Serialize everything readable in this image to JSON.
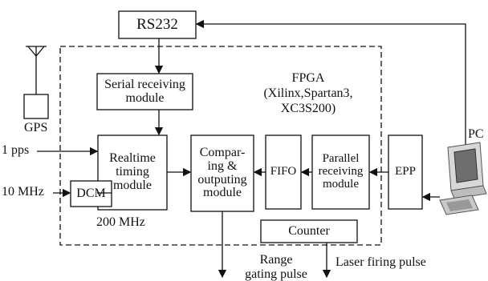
{
  "labels": {
    "rs232": "RS232",
    "serial": "Serial receiving\nmodule",
    "fpga": "FPGA\n(Xilinx,Spartan3,\nXC3S200)",
    "gps": "GPS",
    "pps": "1 pps",
    "realtime": "Realtime\ntiming\nmodule",
    "comparing": "Compar-\ning &\noutputing\nmodule",
    "fifo": "FIFO",
    "parallel": "Parallel\nreceiving\nmodule",
    "epp": "EPP",
    "pc": "PC",
    "mhz10": "10 MHz",
    "dcm": "DCM",
    "mhz200": "200 MHz",
    "counter": "Counter",
    "range": "Range\ngating pulse",
    "laser": "Laser firing pulse"
  }
}
